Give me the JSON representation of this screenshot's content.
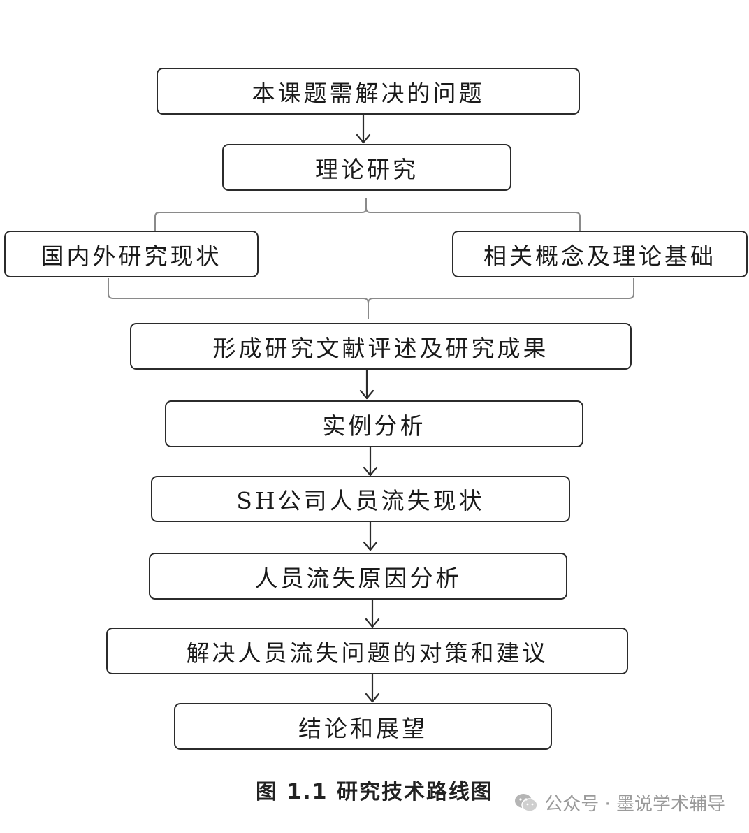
{
  "nodes": {
    "n1": "本课题需解决的问题",
    "n2": "理论研究",
    "n3a": "国内外研究现状",
    "n3b": "相关概念及理论基础",
    "n4": "形成研究文献评述及研究成果",
    "n5": "实例分析",
    "n6": "SH公司人员流失现状",
    "n7": "人员流失原因分析",
    "n8": "解决人员流失问题的对策和建议",
    "n9": "结论和展望"
  },
  "caption": "图 1.1  研究技术路线图",
  "watermark": {
    "text": "公众号 · 墨说学术辅导",
    "icon": "wechat-icon"
  },
  "colors": {
    "line": "#2b2b2b",
    "bracket": "#8a8a8a",
    "watermark": "#9a9a9a"
  }
}
